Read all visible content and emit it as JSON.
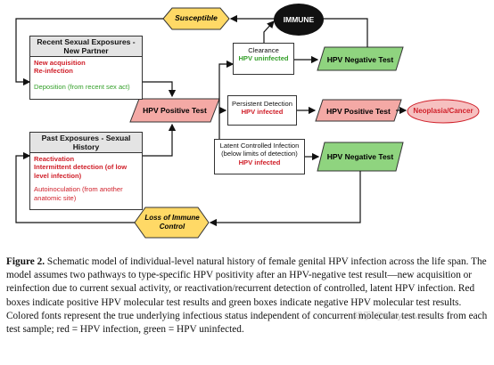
{
  "diagram": {
    "susceptible": "Susceptible",
    "immune": "IMMUNE",
    "recent": {
      "title": "Recent Sexual Exposures - New Partner",
      "new_acquisition": "New acquisition",
      "reinfection": "Re-infection",
      "deposition": "Deposition (from recent sex act)"
    },
    "past": {
      "title": "Past Exposures - Sexual History",
      "reactivation": "Reactivation",
      "intermittent": "Intermittent detection (of low level infection)",
      "autoinoculation": "Autoinoculation (from another anatomic site)"
    },
    "hpv_positive_main": "HPV Positive Test",
    "clearance": {
      "title": "Clearance",
      "status": "HPV uninfected"
    },
    "persistent": {
      "title": "Persistent Detection",
      "status": "HPV infected"
    },
    "latent": {
      "title": "Latent Controlled Infection (below limits of detection)",
      "status": "HPV infected"
    },
    "neg_test_1": "HPV Negative Test",
    "pos_test_2": "HPV Positive Test",
    "neg_test_3": "HPV Negative Test",
    "neoplasia": "Neoplasia/Cancer",
    "loss_immune": "Loss of Immune Control"
  },
  "caption": {
    "label": "Figure 2.",
    "text": "Schematic model of individual-level natural history of female genital HPV infection across the life span. The model assumes two pathways to type-specific HPV positivity after an HPV-negative test result—new acquisition or reinfection due to current sexual activity, or reactivation/recurrent detection of controlled, latent HPV infection. Red boxes indicate positive HPV molecular test results and green boxes indicate negative HPV molecular test results. Colored fonts represent the true underlying infectious status independent of concurrent molecular test results from each test sample; red = HPV infection, green = HPV uninfected."
  },
  "watermark": "知乎 @Kittywaver",
  "colors": {
    "yellow": "#ffd966",
    "red_fill": "#f4a9a5",
    "green_fill": "#8fd47f",
    "neoplasia_fill": "#f6c0c0",
    "red_text": "#d0202a",
    "green_text": "#35a02b"
  }
}
